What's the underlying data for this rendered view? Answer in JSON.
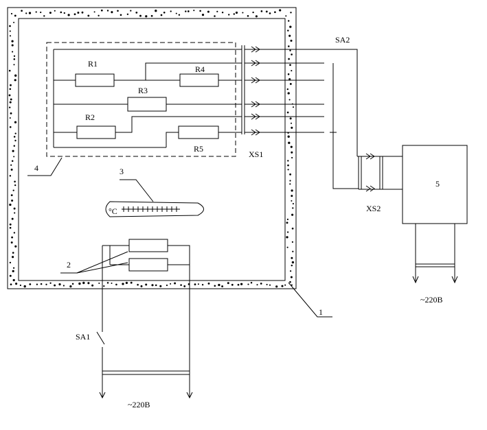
{
  "diagram": {
    "labels": {
      "resistors": {
        "r1": "R1",
        "r2": "R2",
        "r3": "R3",
        "r4": "R4",
        "r5": "R5"
      },
      "connectors": {
        "xs1": "XS1",
        "xs2": "XS2"
      },
      "switches": {
        "sa1": "SA1",
        "sa2": "SA2"
      },
      "callouts": {
        "chamber": "1",
        "heater": "2",
        "thermometer": "3",
        "resistor_block": "4",
        "meter": "5"
      },
      "thermometer_unit": "°C",
      "supply_bottom": "~220В",
      "supply_right": "~220В"
    }
  }
}
